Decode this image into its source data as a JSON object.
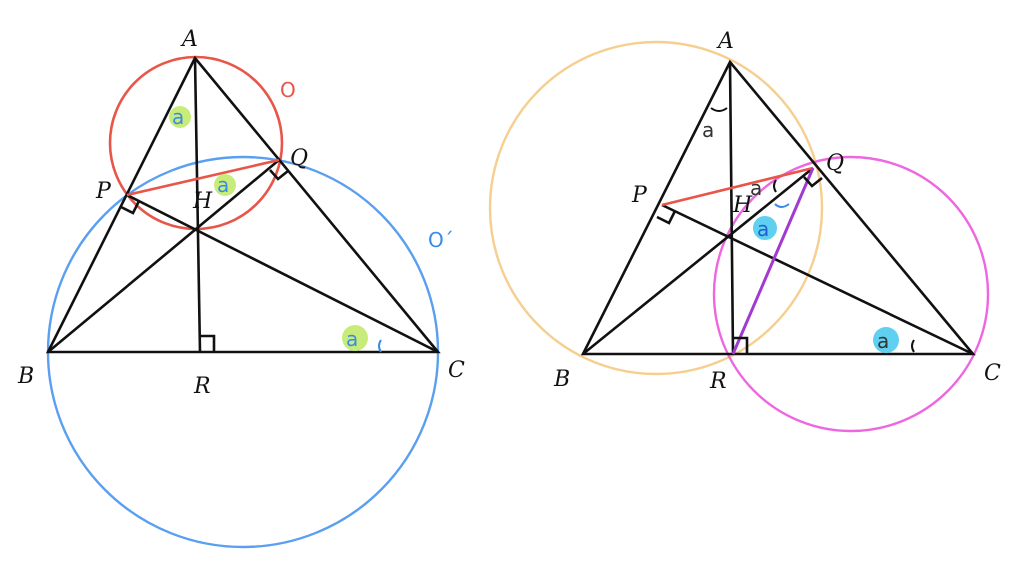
{
  "left_figure": {
    "points": {
      "A": "A",
      "B": "B",
      "C": "C",
      "P": "P",
      "Q": "Q",
      "R": "R",
      "H": "H"
    },
    "circle_labels": {
      "small": "O",
      "large": "O´"
    },
    "angle_label": "a",
    "colors": {
      "small_circle": "#e8564a",
      "large_circle": "#5a9ff0",
      "highlight": "#c8ec7a",
      "segment_pq": "#e8564a"
    }
  },
  "right_figure": {
    "points": {
      "A": "A",
      "B": "B",
      "C": "C",
      "P": "P",
      "Q": "Q",
      "R": "R",
      "H": "H"
    },
    "angle_label": "a",
    "colors": {
      "circle_1": "#f6cf90",
      "circle_2": "#ee66e0",
      "segment_qr": "#a23ad0",
      "segment_pq": "#e8564a",
      "highlight": "#5fd0f0"
    }
  }
}
